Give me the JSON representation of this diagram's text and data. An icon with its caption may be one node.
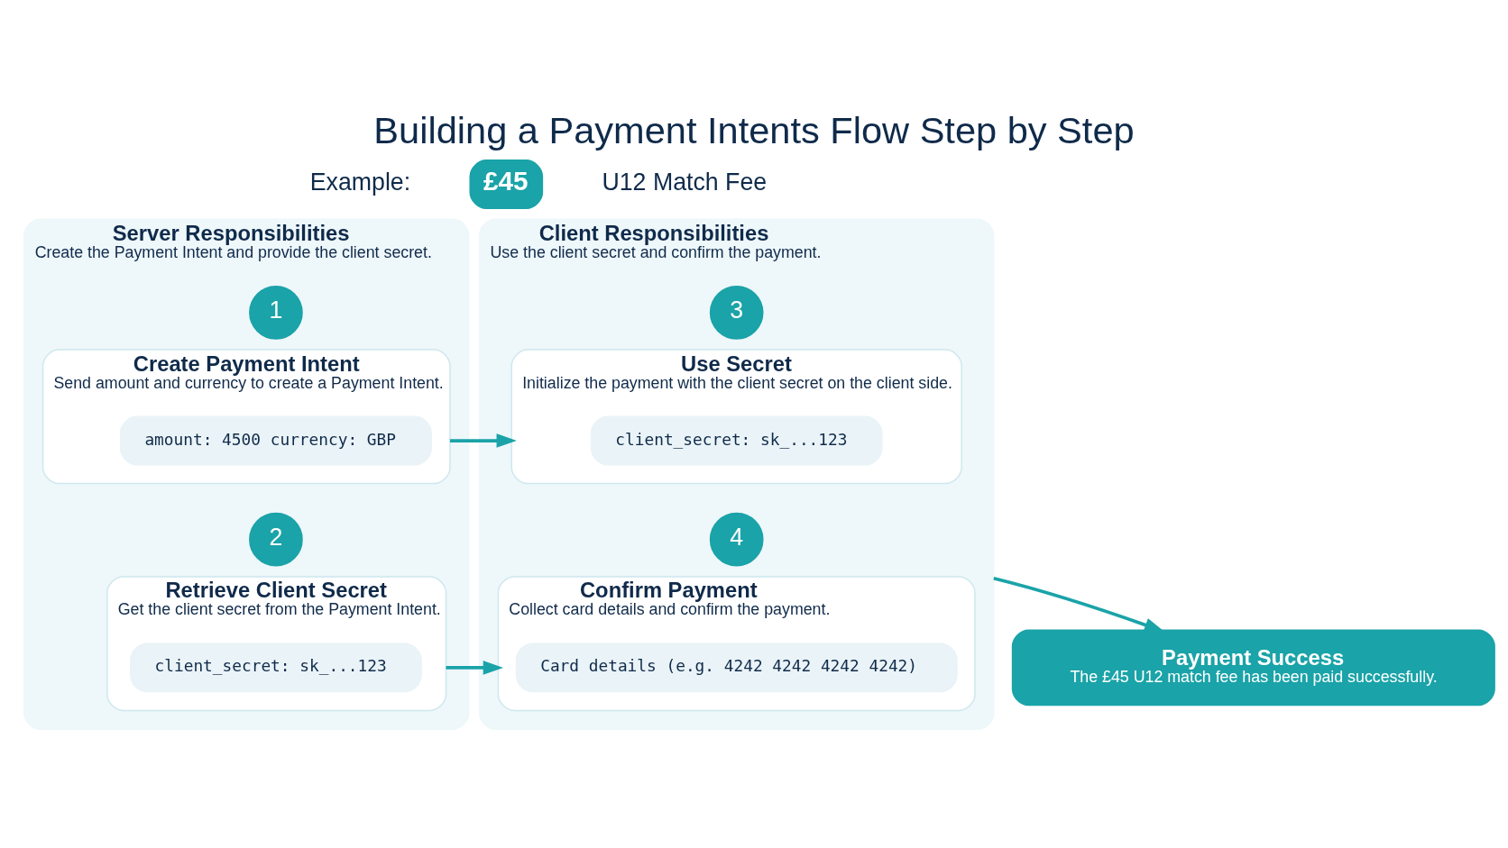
{
  "diagram": {
    "title": "Building a Payment Intents Flow Step by Step",
    "nodes": [
      {
        "text": [
          "£45"
        ]
      },
      {
        "text": [
          "Server Responsibilities",
          "Create the Payment Intent and provide the client secret."
        ]
      },
      {
        "text": [
          "1"
        ],
        "in": 1
      },
      {
        "text": [
          "Create Payment Intent",
          "Send amount and currency to create a Payment Intent."
        ],
        "in": 1
      },
      {
        "text": [
          "amount: 4500 currency: GBP"
        ],
        "in": 3
      },
      {
        "text": [
          "2"
        ],
        "in": 1
      },
      {
        "text": [
          "Retrieve Client Secret",
          "Get the client secret from the Payment Intent."
        ],
        "in": 1
      },
      {
        "text": [
          "client_secret: sk_...123"
        ],
        "in": 6
      },
      {
        "text": [
          "Client Responsibilities",
          "Use the client secret and confirm the payment."
        ]
      },
      {
        "text": [
          "3"
        ],
        "in": 8
      },
      {
        "text": [
          "Use Secret",
          "Initialize the payment with the client secret on the client side."
        ],
        "in": 8
      },
      {
        "text": [
          "client_secret: sk_...123"
        ],
        "in": 10
      },
      {
        "text": [
          "4"
        ],
        "in": 8
      },
      {
        "text": [
          "Confirm Payment",
          "Collect card details and confirm the payment."
        ],
        "in": 8
      },
      {
        "text": [
          "Card details (e.g. 4242 4242 4242 4242)"
        ],
        "in": 13
      },
      {
        "text": [
          "Payment Success",
          "The £45 U12 match fee has been paid successfully."
        ]
      }
    ],
    "edges": [
      {
        "from": 3,
        "to": 10,
        "arrow": "to"
      },
      {
        "from": 6,
        "to": 13,
        "arrow": "to"
      },
      {
        "from": 8,
        "to": 15,
        "arrow": "to"
      }
    ],
    "labels": [
      "Example:",
      "U12 Match Fee"
    ]
  }
}
